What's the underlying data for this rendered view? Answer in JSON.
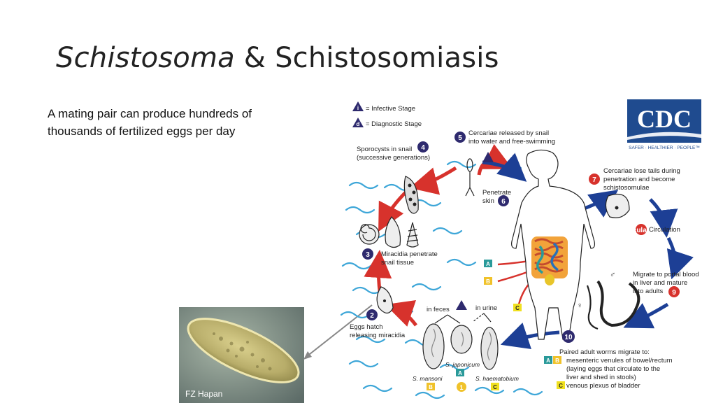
{
  "slide": {
    "title_italic": "Schistosoma",
    "title_rest": " & Schistosomiasis",
    "bullet": "A mating pair can produce hundreds of thousands of fertilized eggs per day",
    "photo_credit": "FZ Hapan"
  },
  "logo": {
    "text": "CDC",
    "tagline": "SAFER · HEALTHIER · PEOPLE™",
    "color": "#1f4b8f"
  },
  "lifecycle": {
    "legend_infective": "= Infective Stage",
    "legend_diagnostic": "= Diagnostic Stage",
    "legend_i": "i",
    "legend_d": "d",
    "step1": "1",
    "step2": "2",
    "step3": "3",
    "step4": "4",
    "step5": "5",
    "step6": "6",
    "step7": "7",
    "step8": "Circulation",
    "step9": "9",
    "step10": "10",
    "step2_l1": "Eggs hatch",
    "step2_l2": "releasing miracidia",
    "step3_l1": "Miracidia penetrate",
    "step3_l2": "snail tissue",
    "step4_l1": "Sporocysts in snail",
    "step4_l2": "(successive generations)",
    "step5_l1": "Cercariae released by snail",
    "step5_l2": "into water and free-swimming",
    "step6_l1": "Penetrate",
    "step6_l2": "skin",
    "step7_l1": "Cercariae lose tails during",
    "step7_l2": "penetration and become",
    "step7_l3": "schistosomulae",
    "step9_l1": "Migrate to portal blood",
    "step9_l2": "in liver and mature",
    "step9_l3": "into adults",
    "step10_l1": "Paired adult worms migrate to:",
    "step10_l2": "mesenteric venules of bowel/rectum",
    "step10_l3": "(laying eggs that circulate to the",
    "step10_l4": "liver and shed in stools)",
    "step10_l5": "venous plexus of bladder",
    "in_feces": "in feces",
    "in_urine": "in urine",
    "s_mansoni": "S. mansoni",
    "s_japonicum": "S. japonicum",
    "s_haematobium": "S. haematobium",
    "tag_a": "A",
    "tag_b": "B",
    "tag_c": "C",
    "male_symbol": "♂",
    "female_symbol": "♀",
    "colors": {
      "navy": "#2e2a6e",
      "red": "#d7322c",
      "arrow_blue": "#1d3f95",
      "water": "#3da6d8",
      "teal": "#2a9a9a",
      "yellow": "#f0c22a"
    }
  }
}
